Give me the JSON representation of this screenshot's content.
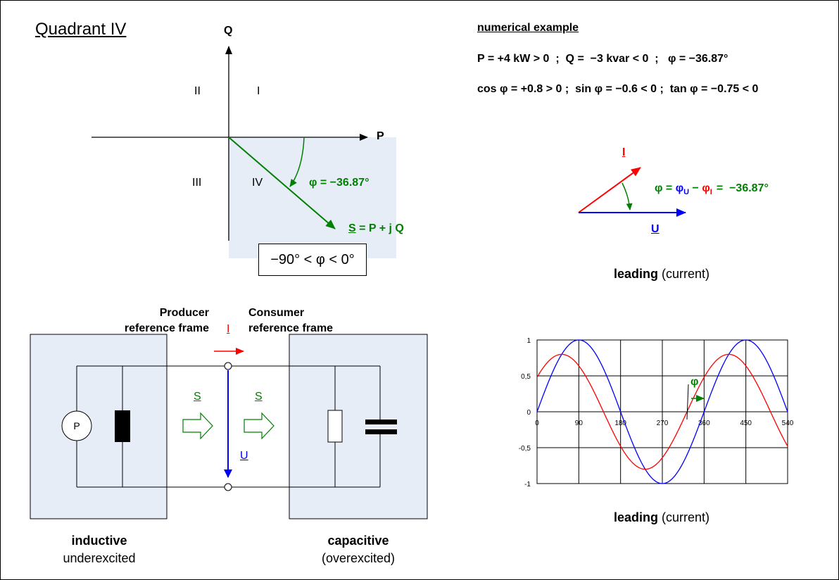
{
  "title": "Quadrant IV",
  "axes": {
    "q_label": "Q",
    "p_label": "P"
  },
  "quadrants": {
    "q1": "I",
    "q2": "II",
    "q3": "III",
    "q4": "IV"
  },
  "phasor_diagram": {
    "phi_label": "φ = −36.87°",
    "s_symbol": "S",
    "s_expr": " = P + j Q",
    "range_text": "−90° < φ < 0°",
    "highlight_color": "#e6edf7",
    "vector_color": "#008000"
  },
  "numerical_example": {
    "heading": "numerical example",
    "line1": "P = +4 kW > 0  ;  Q =  −3 kvar < 0  ;   φ = −36.87°",
    "line2": "cos φ = +0.8 > 0 ;  sin φ = −0.6 < 0 ;  tan φ = −0.75 < 0"
  },
  "ui_phasor": {
    "current_label": "I",
    "voltage_label": "U",
    "eq_phi": "φ",
    "eq_eq1": " = ",
    "eq_phi_u": "φ",
    "eq_sub_u": "U",
    "eq_minus": " − ",
    "eq_phi_i": "φ",
    "eq_sub_i": "I",
    "eq_value": "=  −36.87°",
    "caption_bold": "leading",
    "caption_rest": " (current)"
  },
  "circuit": {
    "producer_line1": "Producer",
    "producer_line2": "reference frame",
    "consumer_line1": "Consumer",
    "consumer_line2": "reference frame",
    "current_label": "I",
    "voltage_label": "U",
    "s_left": "S",
    "s_right": "S",
    "generator_label": "P",
    "left_caption_bold": "inductive",
    "left_caption": "underexcited",
    "right_caption_bold": "capacitive",
    "right_caption": "(overexcited)",
    "box_color": "#e6edf7"
  },
  "waveform": {
    "phi_label": "φ",
    "caption_bold": "leading",
    "caption_rest": " (current)"
  },
  "chart_data": {
    "type": "line",
    "title": "",
    "xlabel": "",
    "ylabel": "",
    "xlim": [
      0,
      540
    ],
    "ylim": [
      -1,
      1
    ],
    "x_ticks": [
      0,
      90,
      180,
      270,
      360,
      450,
      540
    ],
    "x_tick_labels": [
      "0",
      "90",
      "180",
      "270",
      "360",
      "450",
      "540"
    ],
    "y_ticks": [
      1,
      0.5,
      0,
      -0.5,
      -1
    ],
    "y_tick_labels": [
      "1",
      "0,5",
      "0",
      "-0,5",
      "-1"
    ],
    "grid": true,
    "series": [
      {
        "color": "#0000ff",
        "amplitude": 1.0,
        "phase_deg": 0,
        "x": [
          0,
          45,
          90,
          135,
          180,
          225,
          270,
          315,
          360,
          405,
          450,
          495,
          540
        ],
        "values": [
          0,
          0.71,
          1,
          0.71,
          0,
          -0.71,
          -1,
          -0.71,
          0,
          0.71,
          1,
          0.71,
          0
        ]
      },
      {
        "color": "#ff0000",
        "amplitude": 0.8,
        "phase_deg": 36.87,
        "x": [
          0,
          45,
          90,
          135,
          180,
          225,
          270,
          315,
          360,
          405,
          450,
          495,
          540
        ],
        "values": [
          0.48,
          0.79,
          0.64,
          0.12,
          -0.48,
          -0.79,
          -0.64,
          -0.12,
          0.48,
          0.79,
          0.64,
          0.12,
          -0.48
        ]
      }
    ]
  }
}
